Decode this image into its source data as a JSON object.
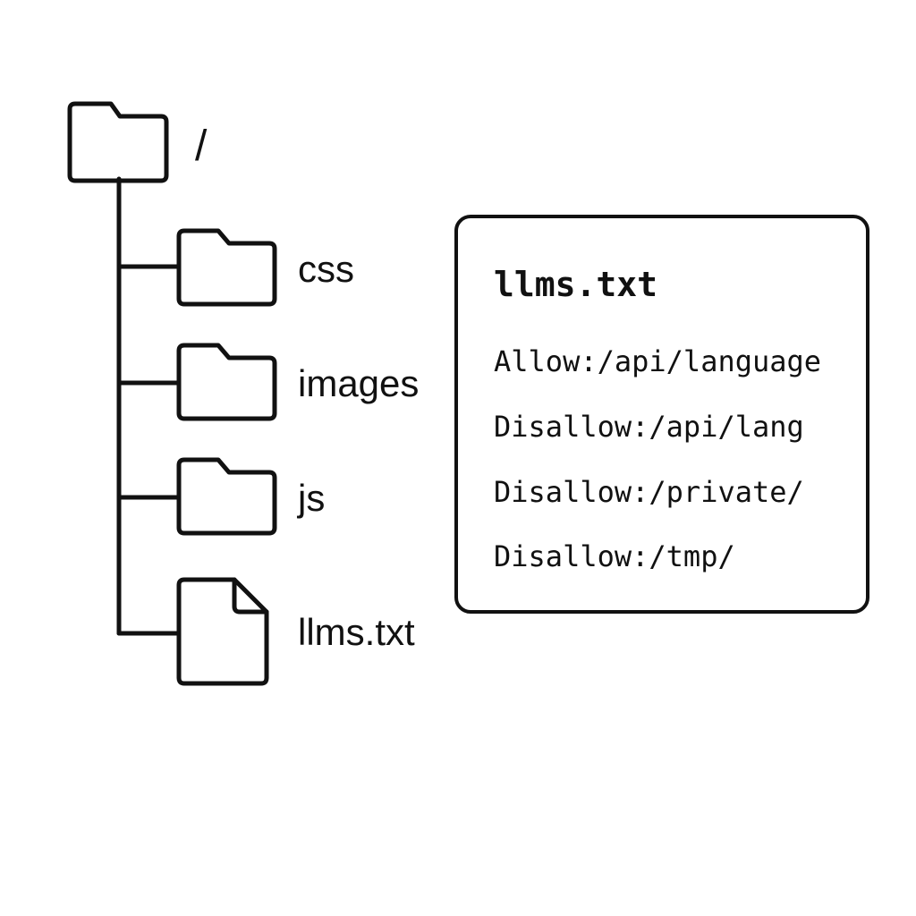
{
  "tree": {
    "root": {
      "label": "/",
      "icon": "folder-icon"
    },
    "children": [
      {
        "label": "css",
        "icon": "folder-icon"
      },
      {
        "label": "images",
        "icon": "folder-icon"
      },
      {
        "label": "js",
        "icon": "folder-icon"
      },
      {
        "label": "llms.txt",
        "icon": "file-icon"
      }
    ]
  },
  "file_card": {
    "title": "llms.txt",
    "rules": [
      "Allow:/api/language",
      "Disallow:/api/lang",
      "Disallow:/private/",
      "Disallow:/tmp/"
    ]
  },
  "colors": {
    "stroke": "#111111",
    "background": "#ffffff"
  }
}
